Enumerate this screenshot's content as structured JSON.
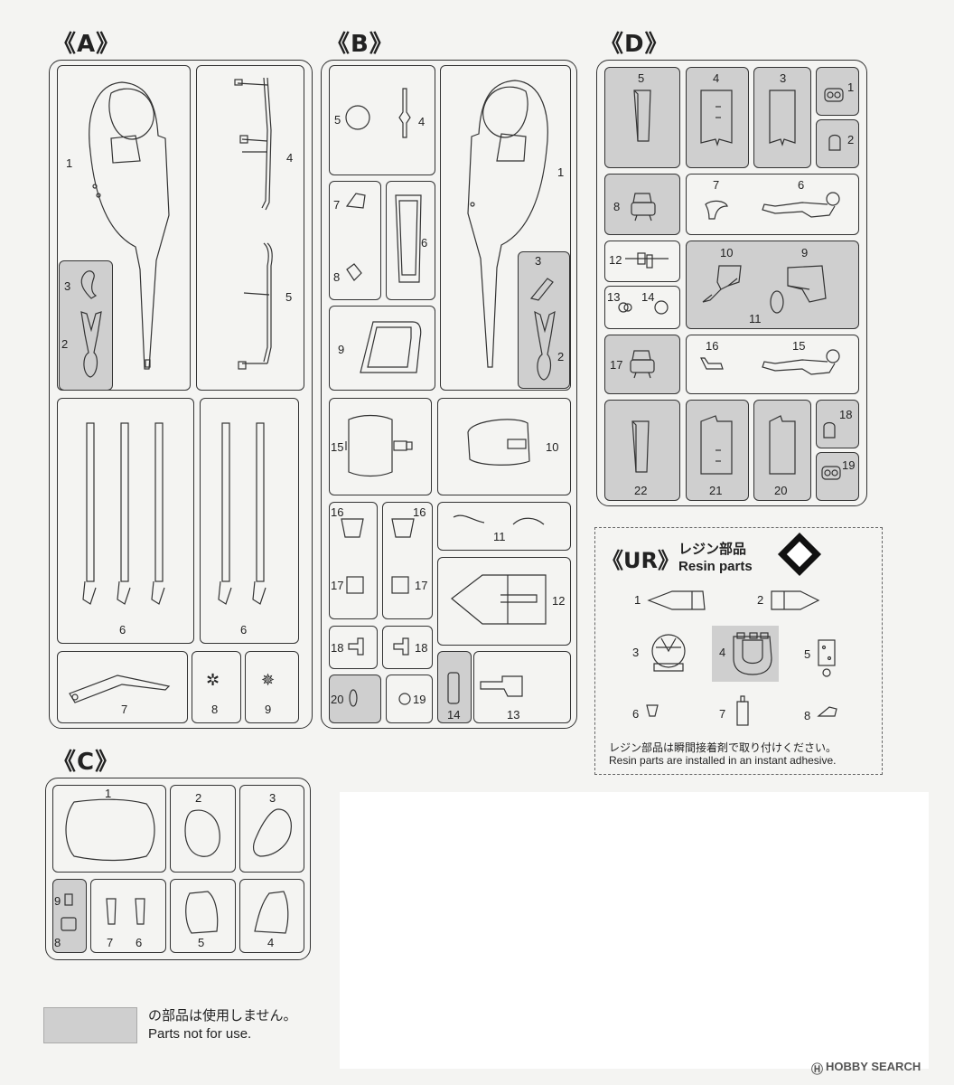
{
  "sections": {
    "A": {
      "title": "《A》",
      "labels": {
        "p1": "1",
        "p2": "2",
        "p3": "3",
        "p4": "4",
        "p5": "5",
        "p6a": "6",
        "p6b": "6",
        "p7": "7",
        "p8": "8",
        "p9": "9"
      }
    },
    "B": {
      "title": "《B》",
      "labels": {
        "p1": "1",
        "p2": "2",
        "p3": "3",
        "p4": "4",
        "p5": "5",
        "p6": "6",
        "p7": "7",
        "p8": "8",
        "p9": "9",
        "p10": "10",
        "p11": "11",
        "p12": "12",
        "p13": "13",
        "p14": "14",
        "p15": "15",
        "p16a": "16",
        "p16b": "16",
        "p17a": "17",
        "p17b": "17",
        "p18a": "18",
        "p18b": "18",
        "p19": "19",
        "p20": "20"
      }
    },
    "C": {
      "title": "《C》",
      "labels": {
        "p1": "1",
        "p2": "2",
        "p3": "3",
        "p4": "4",
        "p5": "5",
        "p6": "6",
        "p7": "7",
        "p8": "8",
        "p9": "9"
      }
    },
    "D": {
      "title": "《D》",
      "labels": {
        "p1": "1",
        "p2": "2",
        "p3": "3",
        "p4": "4",
        "p5": "5",
        "p6": "6",
        "p7": "7",
        "p8": "8",
        "p9": "9",
        "p10": "10",
        "p11": "11",
        "p12": "12",
        "p13": "13",
        "p14": "14",
        "p15": "15",
        "p16": "16",
        "p17": "17",
        "p18": "18",
        "p19": "19",
        "p20": "20",
        "p21": "21",
        "p22": "22"
      }
    }
  },
  "resin": {
    "code": "《UR》",
    "title_jp": "レジン部品",
    "title_en": "Resin parts",
    "labels": {
      "p1": "1",
      "p2": "2",
      "p3": "3",
      "p4": "4",
      "p5": "5",
      "p6": "6",
      "p7": "7",
      "p8": "8"
    },
    "note_jp": "レジン部品は瞬間接着剤で取り付けください。",
    "note_en": "Resin parts are installed in an instant adhesive."
  },
  "legend": {
    "jp": "の部品は使用しません。",
    "en": "Parts not for use.",
    "gray_color": "#cfcfcf"
  },
  "watermark": "HOBBY SEARCH"
}
